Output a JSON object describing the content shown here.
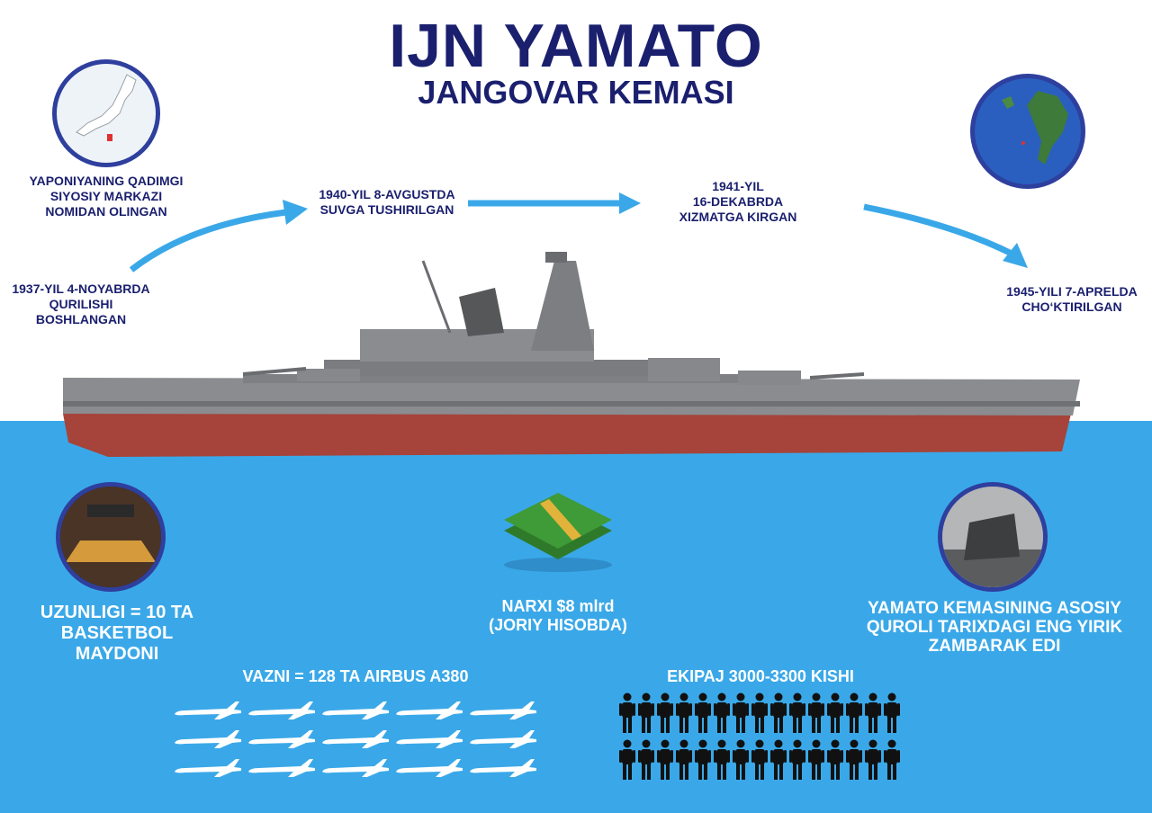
{
  "title": "IJN YAMATO",
  "subtitle": "JANGOVAR KEMASI",
  "timeline": {
    "name_origin": "YAPONIYANING QADIMGI\nSIYOSIY MARKAZI\nNOMIDAN OLINGAN",
    "built": "1937-YIL 4-NOYABRDA\nQURILISHI\nBOSHLANGAN",
    "launched": "1940-YIL 8-AVGUSTDA\nSUVGA TUSHIRILGAN",
    "commissioned": "1941-YIL\n16-DEKABRDA\nXIZMATGA KIRGAN",
    "sunk": "1945-YILI 7-APRELDA\nCHO‘KTIRILGAN"
  },
  "facts": {
    "length": "UZUNLIGI = 10 TA\nBASKETBOL\nMAYDONI",
    "price": "NARXI $8 mlrd\n(JORIY HISOBDA)",
    "gun": "YAMATO KEMASINING ASOSIY\nQUROLI TARIXDAGI ENG YIRIK\nZAMBARAK EDI",
    "weight": "VAZNI = 128 TA AIRBUS A380",
    "crew": "EKIPAJ 3000-3300 KISHI"
  },
  "icons": {
    "plane": "airplane-icon",
    "person": "person-icon",
    "money": "money-stack-icon"
  },
  "colors": {
    "title": "#1a1f6e",
    "sea": "#3aa8e8",
    "arrow": "#3aa8e8",
    "hull_red": "#a6433a",
    "hull_grey": "#8a8c90"
  },
  "counts": {
    "planes": 15,
    "people": 30
  }
}
